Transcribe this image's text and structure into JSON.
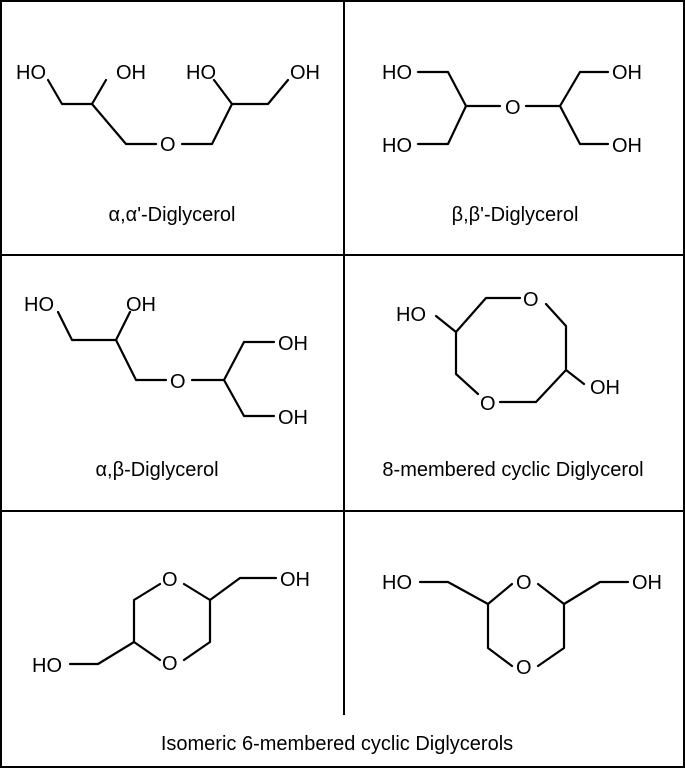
{
  "captions": {
    "alpha_alpha": "α,α'-Diglycerol",
    "beta_beta": "β,β'-Diglycerol",
    "alpha_beta": "α,β-Diglycerol",
    "cyclic8": "8-membered cyclic Diglycerol",
    "cyclic6": "Isomeric 6-membered cyclic Diglycerols"
  },
  "atoms": {
    "ho": "HO",
    "oh": "OH",
    "o": "O"
  }
}
